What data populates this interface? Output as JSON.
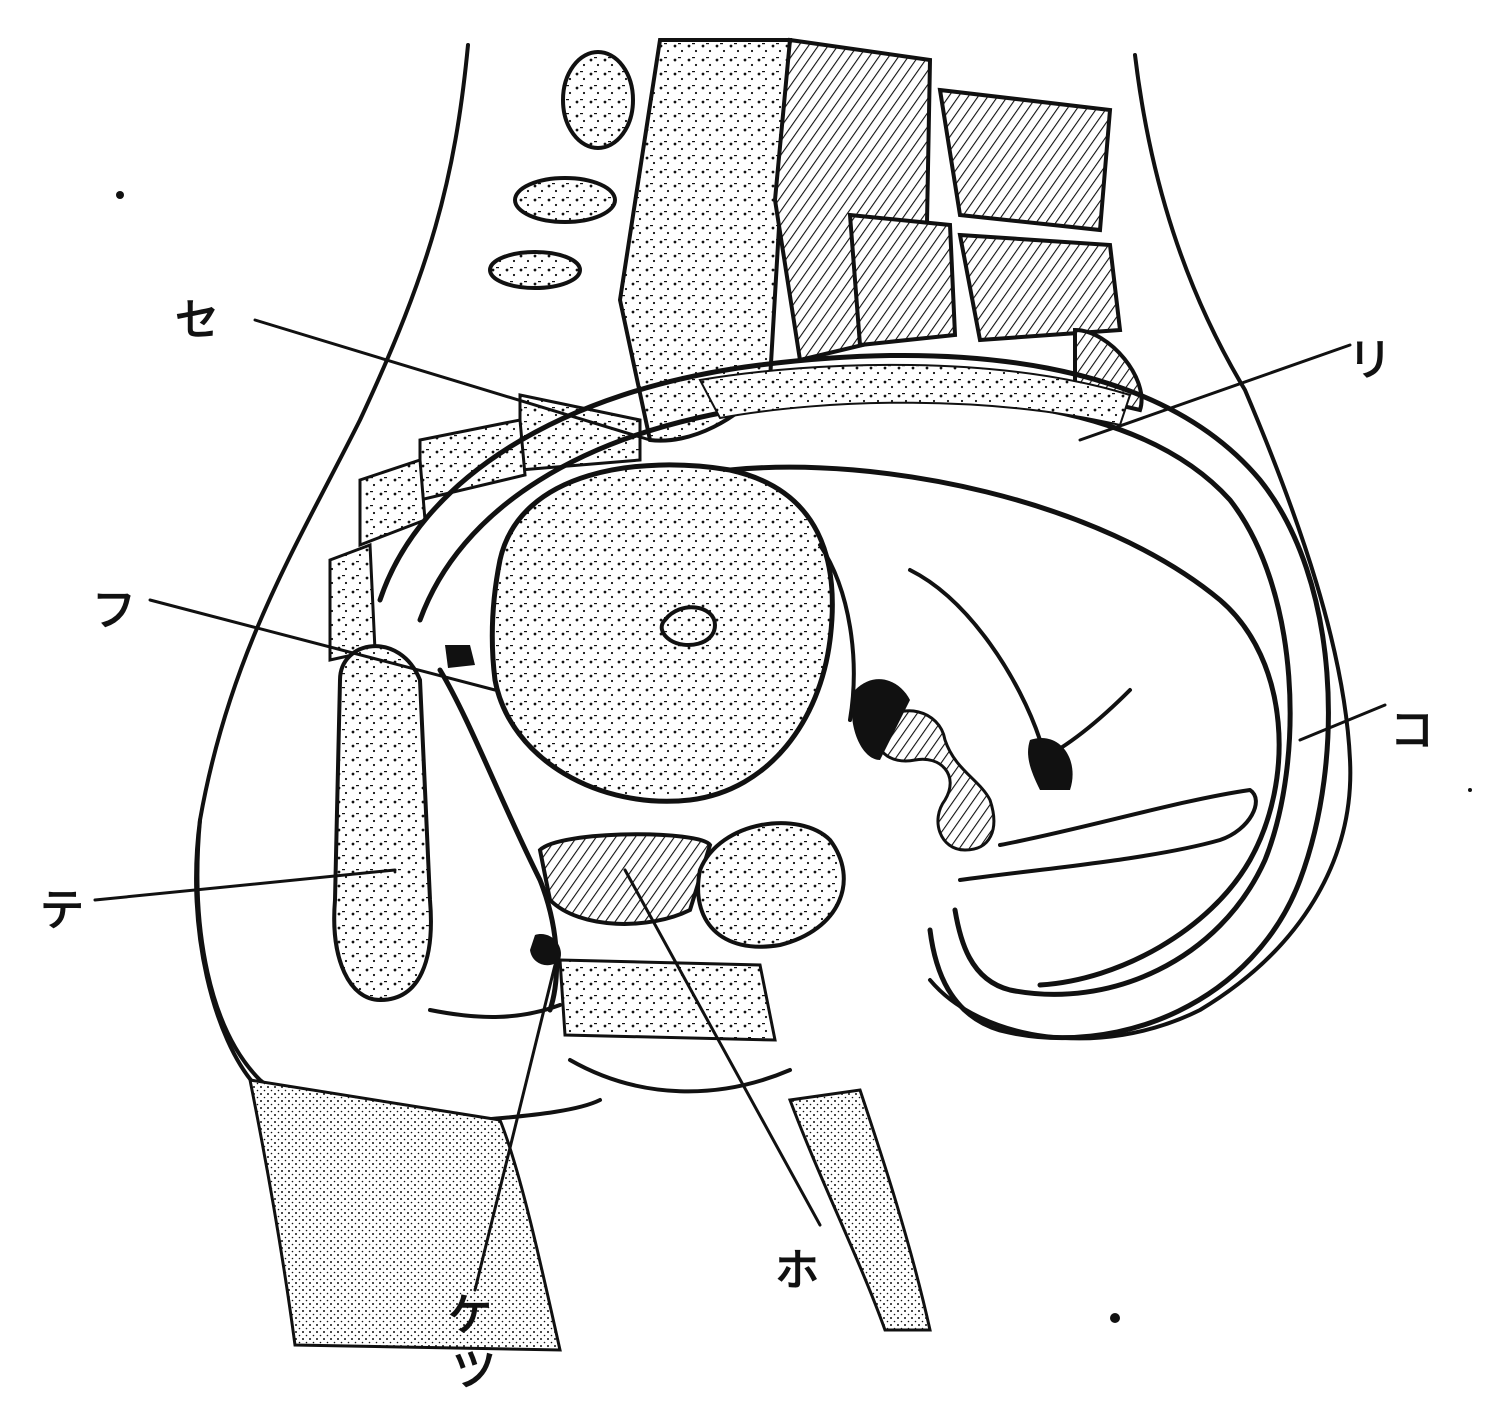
{
  "figure": {
    "ink_color": "#111111",
    "background_color": "#ffffff",
    "labels": [
      {
        "id": "se",
        "text": "セ"
      },
      {
        "id": "fu",
        "text": "フ"
      },
      {
        "id": "te",
        "text": "テ"
      },
      {
        "id": "ke",
        "text": "ケ"
      },
      {
        "id": "tsu",
        "text": "ツ"
      },
      {
        "id": "ho",
        "text": "ホ"
      },
      {
        "id": "ri",
        "text": "リ"
      },
      {
        "id": "ko",
        "text": "コ"
      }
    ]
  }
}
